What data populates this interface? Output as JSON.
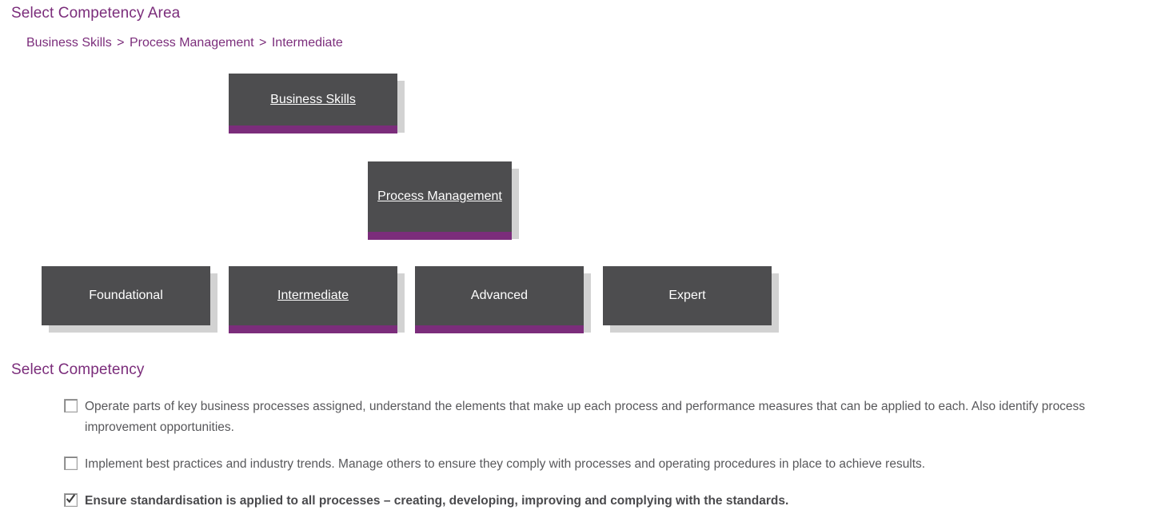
{
  "headings": {
    "competency_area": "Select Competency Area",
    "competency": "Select Competency"
  },
  "breadcrumb": {
    "separator": ">",
    "items": [
      "Business Skills",
      "Process Management",
      "Intermediate"
    ]
  },
  "tiles": {
    "area": {
      "label": "Business Skills",
      "selected": true,
      "is_link": true
    },
    "category": {
      "label": "Process Management",
      "selected": true,
      "is_link": true
    },
    "levels": [
      {
        "label": "Foundational",
        "selected": false,
        "is_link": false
      },
      {
        "label": "Intermediate",
        "selected": true,
        "is_link": true
      },
      {
        "label": "Advanced",
        "selected": true,
        "is_link": false
      },
      {
        "label": "Expert",
        "selected": false,
        "is_link": false
      }
    ]
  },
  "competencies": [
    {
      "checked": false,
      "text": "Operate parts of key business processes assigned, understand the elements that make up each process and performance measures that can be applied to each. Also identify process improvement opportunities."
    },
    {
      "checked": false,
      "text": "Implement best practices and industry trends. Manage others to ensure they comply with processes and operating procedures in place to achieve results."
    },
    {
      "checked": true,
      "text": "Ensure standardisation is applied to all processes – creating, developing, improving and complying with the standards."
    }
  ],
  "colors": {
    "accent_purple": "#7b2d7b",
    "tile_background": "#4d4d4f",
    "tile_text": "#ffffff",
    "shadow_gray": "#d2d2d2",
    "body_text": "#58585b"
  }
}
